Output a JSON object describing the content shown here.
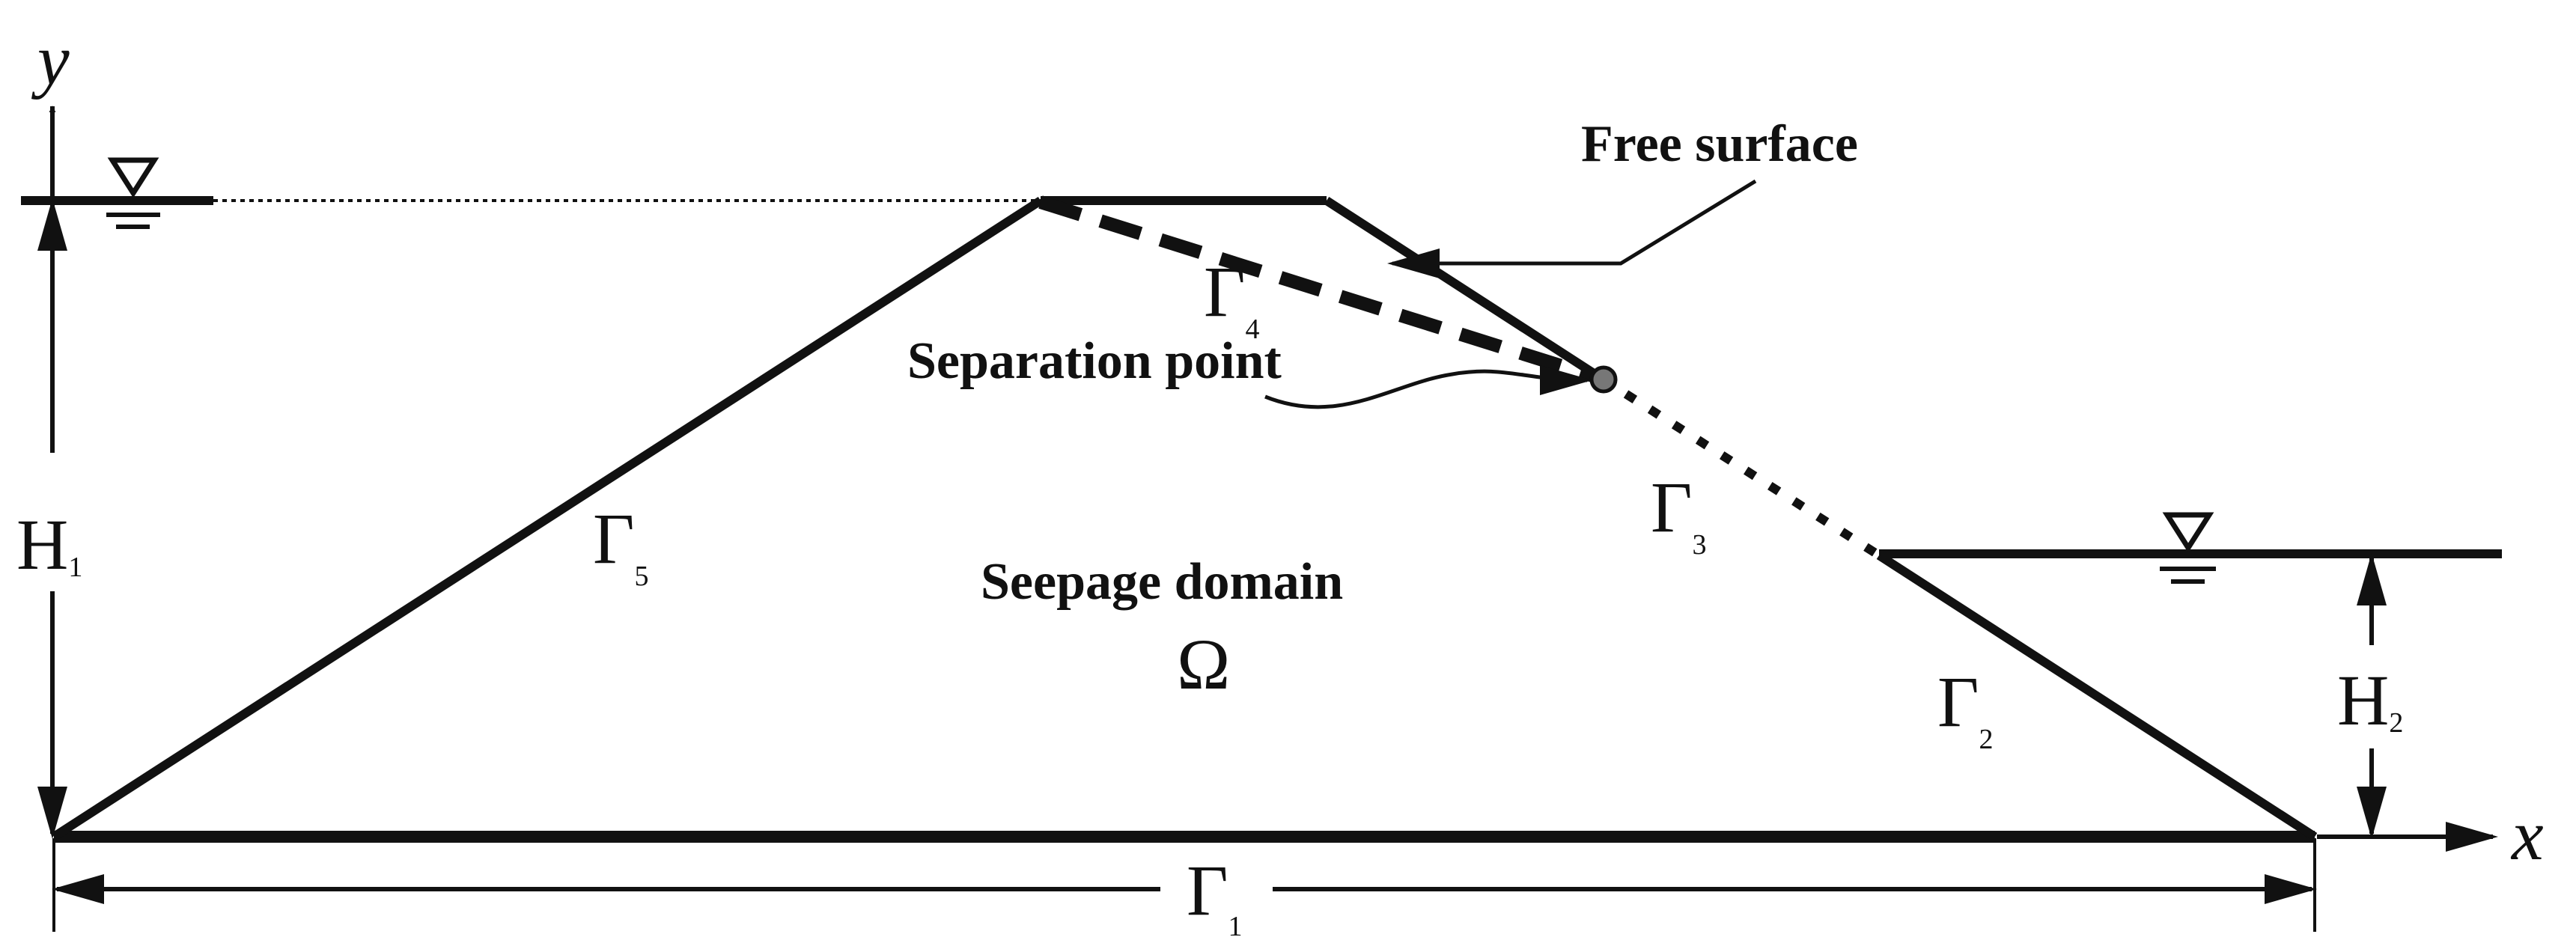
{
  "axes": {
    "x_label": "x",
    "y_label": "y"
  },
  "domain": {
    "label": "Seepage domain",
    "symbol": "Ω"
  },
  "annotations": {
    "free_surface": "Free surface",
    "separation_point": "Separation point"
  },
  "boundaries": [
    {
      "id": "g1",
      "letter": "Γ",
      "sub": "1"
    },
    {
      "id": "g2",
      "letter": "Γ",
      "sub": "2"
    },
    {
      "id": "g3",
      "letter": "Γ",
      "sub": "3"
    },
    {
      "id": "g4",
      "letter": "Γ",
      "sub": "4"
    },
    {
      "id": "g5",
      "letter": "Γ",
      "sub": "5"
    }
  ],
  "heads": [
    {
      "id": "h1",
      "letter": "H",
      "sub": "1"
    },
    {
      "id": "h2",
      "letter": "H",
      "sub": "2"
    }
  ],
  "water_level_symbol": "∇",
  "colors": {
    "line": "#111111",
    "separation_point_fill": "#777777"
  }
}
